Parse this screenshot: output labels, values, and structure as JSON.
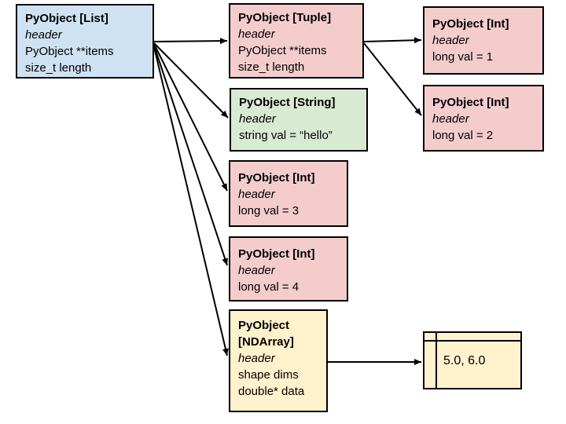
{
  "diagram": {
    "background_color": "#ffffff",
    "border_color": "#000000",
    "colors": {
      "list_blue": "#cfe2f3",
      "object_pink": "#f4cccc",
      "string_green": "#d9ead3",
      "array_yellow": "#fff2cc"
    },
    "nodes": [
      {
        "id": "list",
        "title": "PyObject [List]",
        "fields": [
          "header",
          "PyObject **items",
          "size_t length"
        ],
        "color": "#cfe2f3"
      },
      {
        "id": "tuple",
        "title": "PyObject [Tuple]",
        "fields": [
          "header",
          "PyObject **items",
          "size_t length"
        ],
        "color": "#f4cccc"
      },
      {
        "id": "int1",
        "title": "PyObject [Int]",
        "fields": [
          "header",
          "long val = 1"
        ],
        "color": "#f4cccc"
      },
      {
        "id": "int2",
        "title": "PyObject [Int]",
        "fields": [
          "header",
          "long val = 2"
        ],
        "color": "#f4cccc"
      },
      {
        "id": "string",
        "title": "PyObject [String]",
        "fields": [
          "header",
          "string val = “hello”"
        ],
        "color": "#d9ead3"
      },
      {
        "id": "int3",
        "title": "PyObject [Int]",
        "fields": [
          "header",
          "long val = 3"
        ],
        "color": "#f4cccc"
      },
      {
        "id": "int4",
        "title": "PyObject [Int]",
        "fields": [
          "header",
          "long val = 4"
        ],
        "color": "#f4cccc"
      },
      {
        "id": "ndarray",
        "title": "PyObject [NDArray]",
        "fields": [
          "header",
          "shape dims",
          "double* data"
        ],
        "color": "#fff2cc"
      },
      {
        "id": "array",
        "value": "5.0, 6.0",
        "color": "#fff2cc"
      }
    ],
    "edges": [
      {
        "from": "list",
        "to": "tuple"
      },
      {
        "from": "list",
        "to": "string"
      },
      {
        "from": "list",
        "to": "int3"
      },
      {
        "from": "list",
        "to": "int4"
      },
      {
        "from": "list",
        "to": "ndarray"
      },
      {
        "from": "tuple",
        "to": "int1"
      },
      {
        "from": "tuple",
        "to": "int2"
      },
      {
        "from": "ndarray",
        "to": "array"
      }
    ]
  }
}
